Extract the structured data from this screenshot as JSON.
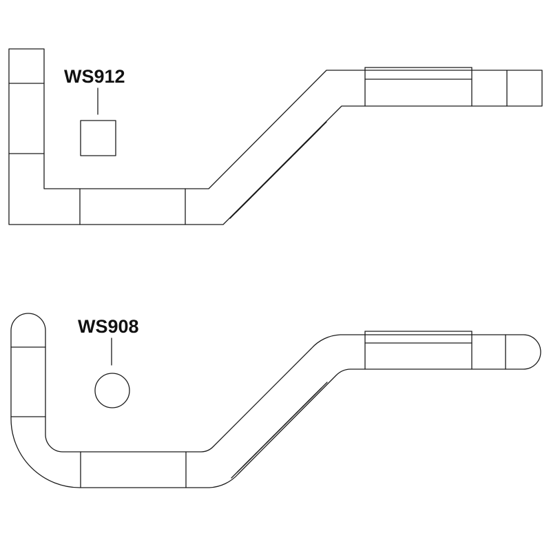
{
  "diagram": {
    "layouts": [
      {
        "id": "square",
        "label": "WS912",
        "marker_shape": "square"
      },
      {
        "id": "round",
        "label": "WS908",
        "marker_shape": "circle"
      }
    ],
    "line_color": "#1a1a1a",
    "background": "#ffffff"
  }
}
